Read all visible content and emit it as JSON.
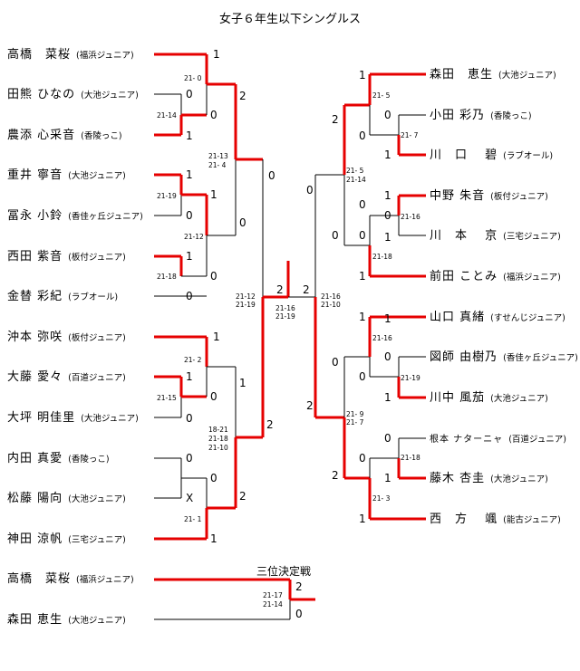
{
  "title": "女子６年生以下シングルス",
  "third_place_title": "三位決定戦",
  "left_players": [
    {
      "name": "高橋　菜桜",
      "club": "(福浜ジュニア)"
    },
    {
      "name": "田熊 ひなの",
      "club": "(大池ジュニア)"
    },
    {
      "name": "農添 心采音",
      "club": "(香陵っこ)"
    },
    {
      "name": "重井 寧音",
      "club": "(大池ジュニア)"
    },
    {
      "name": "冨永 小鈴",
      "club": "(香佳ヶ丘ジュニア)"
    },
    {
      "name": "西田 紫音",
      "club": "(板付ジュニア)"
    },
    {
      "name": "金替 彩紀",
      "club": "(ラブオール)"
    },
    {
      "name": "沖本 弥咲",
      "club": "(板付ジュニア)"
    },
    {
      "name": "大藤 愛々",
      "club": "(百道ジュニア)"
    },
    {
      "name": "大坪 明佳里",
      "club": "(大池ジュニア)"
    },
    {
      "name": "内田 真愛",
      "club": "(香陵っこ)"
    },
    {
      "name": "松藤 陽向",
      "club": "(大池ジュニア)"
    },
    {
      "name": "神田 涼帆",
      "club": "(三宅ジュニア)"
    }
  ],
  "right_players": [
    {
      "name": "森田　恵生",
      "club": "(大池ジュニア)"
    },
    {
      "name": "小田 彩乃",
      "club": "(香陵っこ)"
    },
    {
      "name": "川　口　 碧",
      "club": "(ラブオール)"
    },
    {
      "name": "中野 朱音",
      "club": "(板付ジュニア)"
    },
    {
      "name": "川　本　 京",
      "club": "(三宅ジュニア)"
    },
    {
      "name": "前田 ことみ",
      "club": "(福浜ジュニア)"
    },
    {
      "name": "山口 真緒",
      "club": "(すせんじジュニア)"
    },
    {
      "name": "図師 由樹乃",
      "club": "(香佳ヶ丘ジュニア)"
    },
    {
      "name": "川中 風茄",
      "club": "(大池ジュニア)"
    },
    {
      "name": "根本 ナターニャ",
      "club": "(百道ジュニア)"
    },
    {
      "name": "藤木 杏圭",
      "club": "(大池ジュニア)"
    },
    {
      "name": "西　方　 颯",
      "club": "(能古ジュニア)"
    }
  ],
  "third_place_players": [
    {
      "name": "高橋　菜桜",
      "club": "(福浜ジュニア)"
    },
    {
      "name": "森田 恵生",
      "club": "(大池ジュニア)"
    }
  ],
  "results": [
    "1",
    "0",
    "1",
    "1",
    "2",
    "0",
    "0",
    "1",
    "0",
    "1",
    "0",
    "0",
    "1",
    "0",
    "0",
    "1",
    "2",
    "2",
    "0",
    "2",
    "2",
    "1",
    "0",
    "1",
    "0",
    "0",
    "1",
    "1",
    "0",
    "1",
    "2",
    "0",
    "0",
    "0",
    "1",
    "1",
    "0",
    "0",
    "1",
    "0",
    "1",
    "0",
    "0",
    "1",
    "1",
    "0",
    "2",
    "2",
    "2",
    "1",
    "1",
    "2",
    "0",
    "0",
    "X",
    "1",
    "2",
    "0"
  ],
  "scores": [
    "21- 0",
    "21-14",
    "21-13",
    "21- 4",
    "21-19",
    "21-12",
    "21-18",
    "21-12",
    "21-19",
    "21- 2",
    "21-15",
    "18-21",
    "21-18",
    "21-10",
    "21- 1",
    "21-16",
    "21-19",
    "21-16",
    "21-10",
    "21- 5",
    "21- 7",
    "21- 5",
    "21-14",
    "21-16",
    "21-18",
    "21-16",
    "21-19",
    "21- 9",
    "21- 7",
    "21-18",
    "21- 3",
    "21-17",
    "21-14"
  ]
}
